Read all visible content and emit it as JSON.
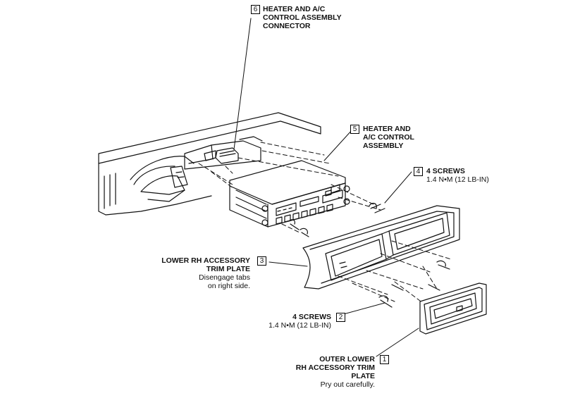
{
  "callouts": [
    {
      "number": "6",
      "title_lines": [
        "HEATER AND A/C",
        "CONTROL ASSEMBLY",
        "CONNECTOR"
      ]
    },
    {
      "number": "5",
      "title_lines": [
        "HEATER AND",
        "A/C CONTROL",
        "ASSEMBLY"
      ]
    },
    {
      "number": "4",
      "title_lines": [
        "4 SCREWS"
      ],
      "note_lines": [
        "1.4 N•M (12 LB-IN)"
      ]
    },
    {
      "number": "3",
      "title_lines": [
        "LOWER RH ACCESSORY",
        "TRIM PLATE"
      ],
      "note_lines": [
        "Disengage tabs",
        "on right side."
      ]
    },
    {
      "number": "2",
      "title_lines": [
        "4 SCREWS"
      ],
      "note_lines": [
        "1.4 N•M (12 LB-IN)"
      ]
    },
    {
      "number": "1",
      "title_lines": [
        "OUTER LOWER",
        "RH ACCESSORY TRIM",
        "PLATE"
      ],
      "note_lines": [
        "Pry out carefully."
      ]
    }
  ]
}
